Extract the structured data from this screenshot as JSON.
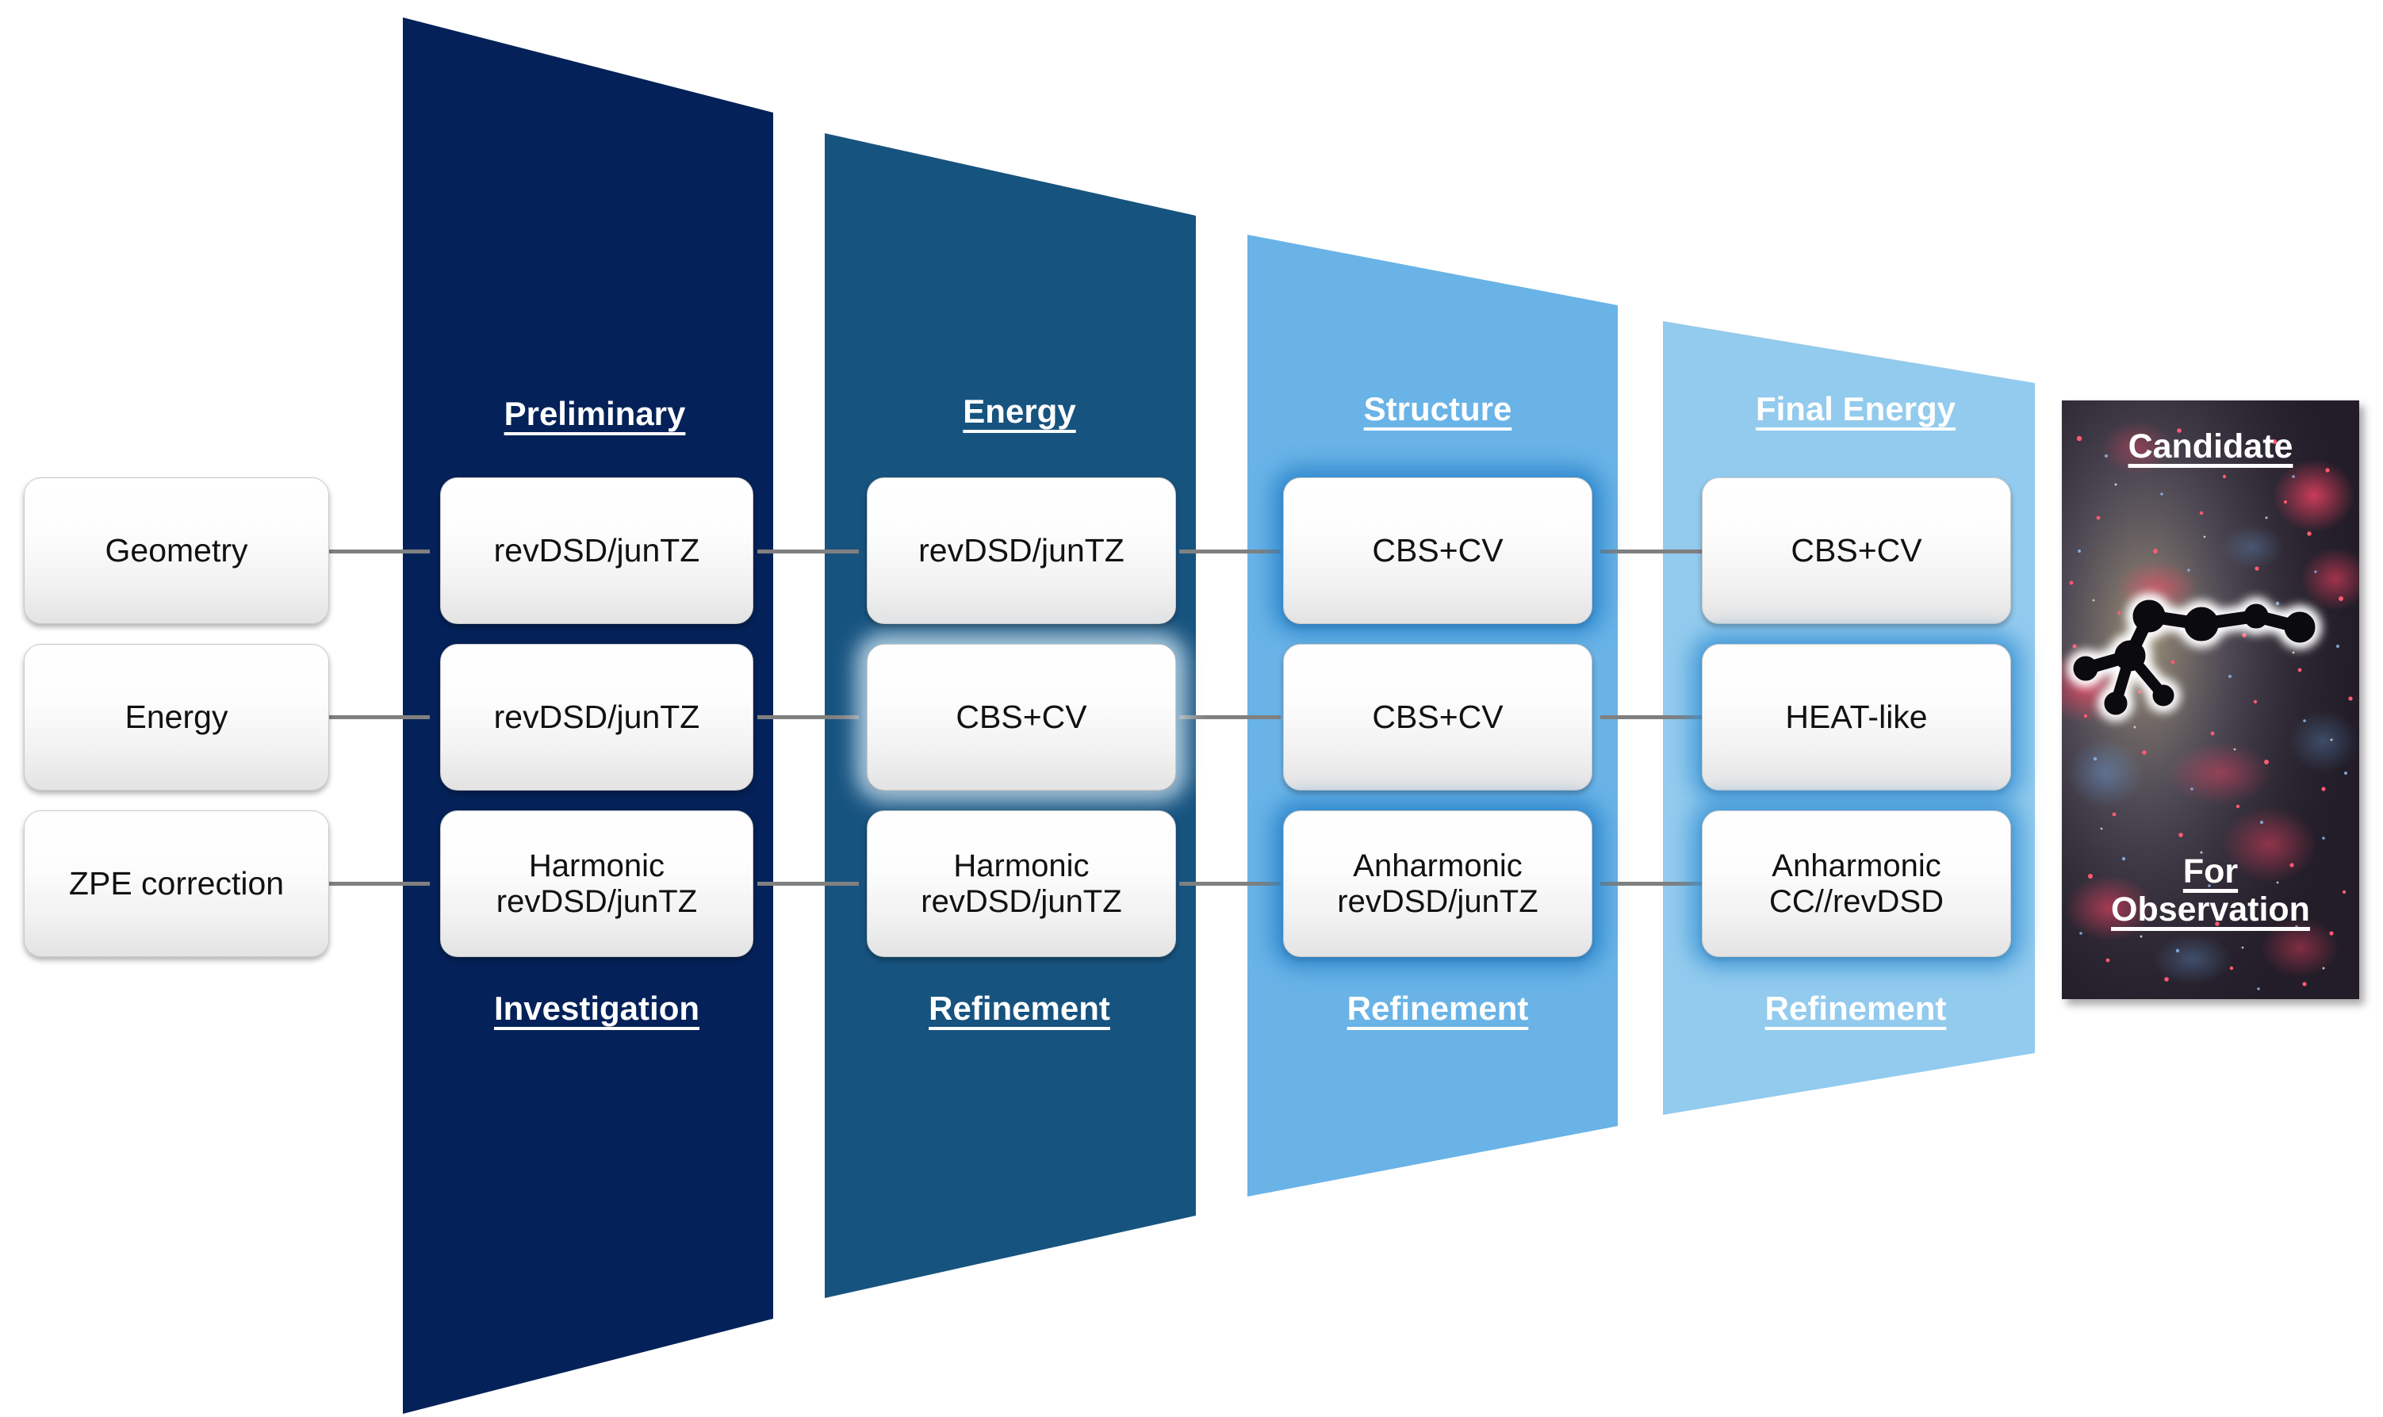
{
  "diagram": {
    "title": "Computational spectroscopy workflow funnel",
    "input_boxes": [
      {
        "label": "Geometry"
      },
      {
        "label": "Energy"
      },
      {
        "label": "ZPE correction"
      }
    ],
    "stages": [
      {
        "id": "preliminary",
        "top_label": "Preliminary",
        "bottom_label": "Investigation",
        "color": "#042259",
        "rows": [
          {
            "label": "revDSD/junTZ",
            "highlighted": false
          },
          {
            "label": "revDSD/junTZ",
            "highlighted": false
          },
          {
            "label": "Harmonic\nrevDSD/junTZ",
            "highlighted": false
          }
        ]
      },
      {
        "id": "energy",
        "top_label": "Energy",
        "bottom_label": "Refinement",
        "color": "#17537f",
        "rows": [
          {
            "label": "revDSD/junTZ",
            "highlighted": false
          },
          {
            "label": "CBS+CV",
            "highlighted": true
          },
          {
            "label": "Harmonic\nrevDSD/junTZ",
            "highlighted": false
          }
        ]
      },
      {
        "id": "structure",
        "top_label": "Structure",
        "bottom_label": "Refinement",
        "color": "#69b3e7",
        "rows": [
          {
            "label": "CBS+CV",
            "highlighted": true
          },
          {
            "label": "CBS+CV",
            "highlighted": false
          },
          {
            "label": "Anharmonic\nrevDSD/junTZ",
            "highlighted": true
          }
        ]
      },
      {
        "id": "final-energy",
        "top_label": "Final Energy",
        "bottom_label": "Refinement",
        "color": "#92cbee",
        "rows": [
          {
            "label": "CBS+CV",
            "highlighted": false
          },
          {
            "label": "HEAT-like",
            "highlighted": true
          },
          {
            "label": "Anharmonic\nCC//revDSD",
            "highlighted": true
          }
        ]
      }
    ],
    "candidate": {
      "top_label": "Candidate",
      "bottom_label_line1": "For",
      "bottom_label_line2": "Observation",
      "image_name": "galaxy-starfield-photo",
      "molecule_name": "molecule-silhouette"
    },
    "colors": {
      "stage1": "#042259",
      "stage2": "#17537f",
      "stage3": "#69b3e7",
      "stage4": "#92cbee",
      "connector": "#808080",
      "box_text": "#111111",
      "label_text": "#ffffff"
    }
  }
}
